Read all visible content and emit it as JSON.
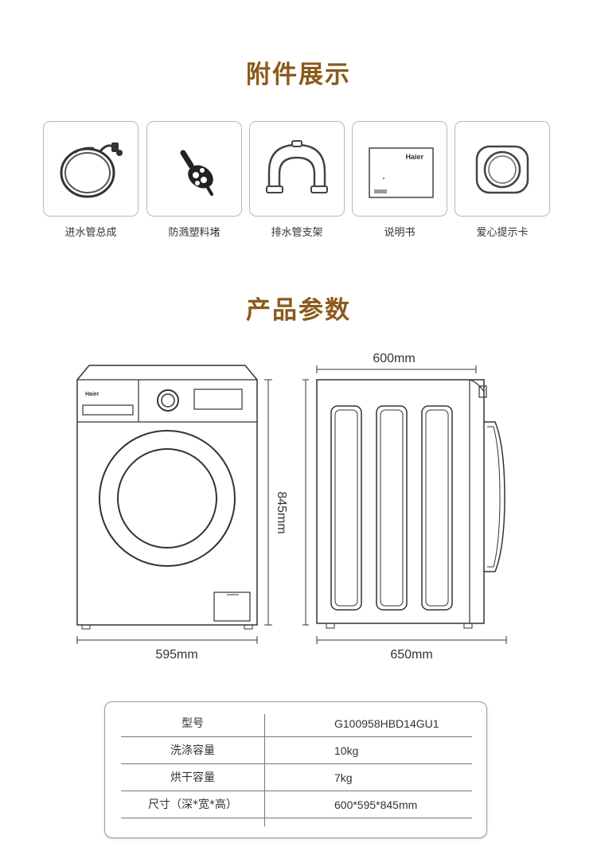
{
  "accessories": {
    "title": "附件展示",
    "items": [
      {
        "label": "进水管总成",
        "icon": "inlet-hose-icon"
      },
      {
        "label": "防溅塑料堵",
        "icon": "splash-plug-icon"
      },
      {
        "label": "排水管支架",
        "icon": "drain-hose-bracket-icon"
      },
      {
        "label": "说明书",
        "icon": "manual-icon",
        "brand": "Haier"
      },
      {
        "label": "爱心提示卡",
        "icon": "care-card-icon"
      }
    ]
  },
  "specs": {
    "title": "产品参数",
    "front_view": {
      "brand": "Haier",
      "width_label": "595mm",
      "height_label": "845mm"
    },
    "side_view": {
      "width_label": "600mm",
      "depth_label": "650mm"
    },
    "table": [
      {
        "name": "型号",
        "value": "G100958HBD14GU1"
      },
      {
        "name": "洗涤容量",
        "value": "10kg"
      },
      {
        "name": "烘干容量",
        "value": "7kg"
      },
      {
        "name": "尺寸（深*宽*高）",
        "value": "600*595*845mm"
      }
    ]
  },
  "colors": {
    "title": "#8b5a1c",
    "text": "#333333",
    "line": "#333333"
  }
}
